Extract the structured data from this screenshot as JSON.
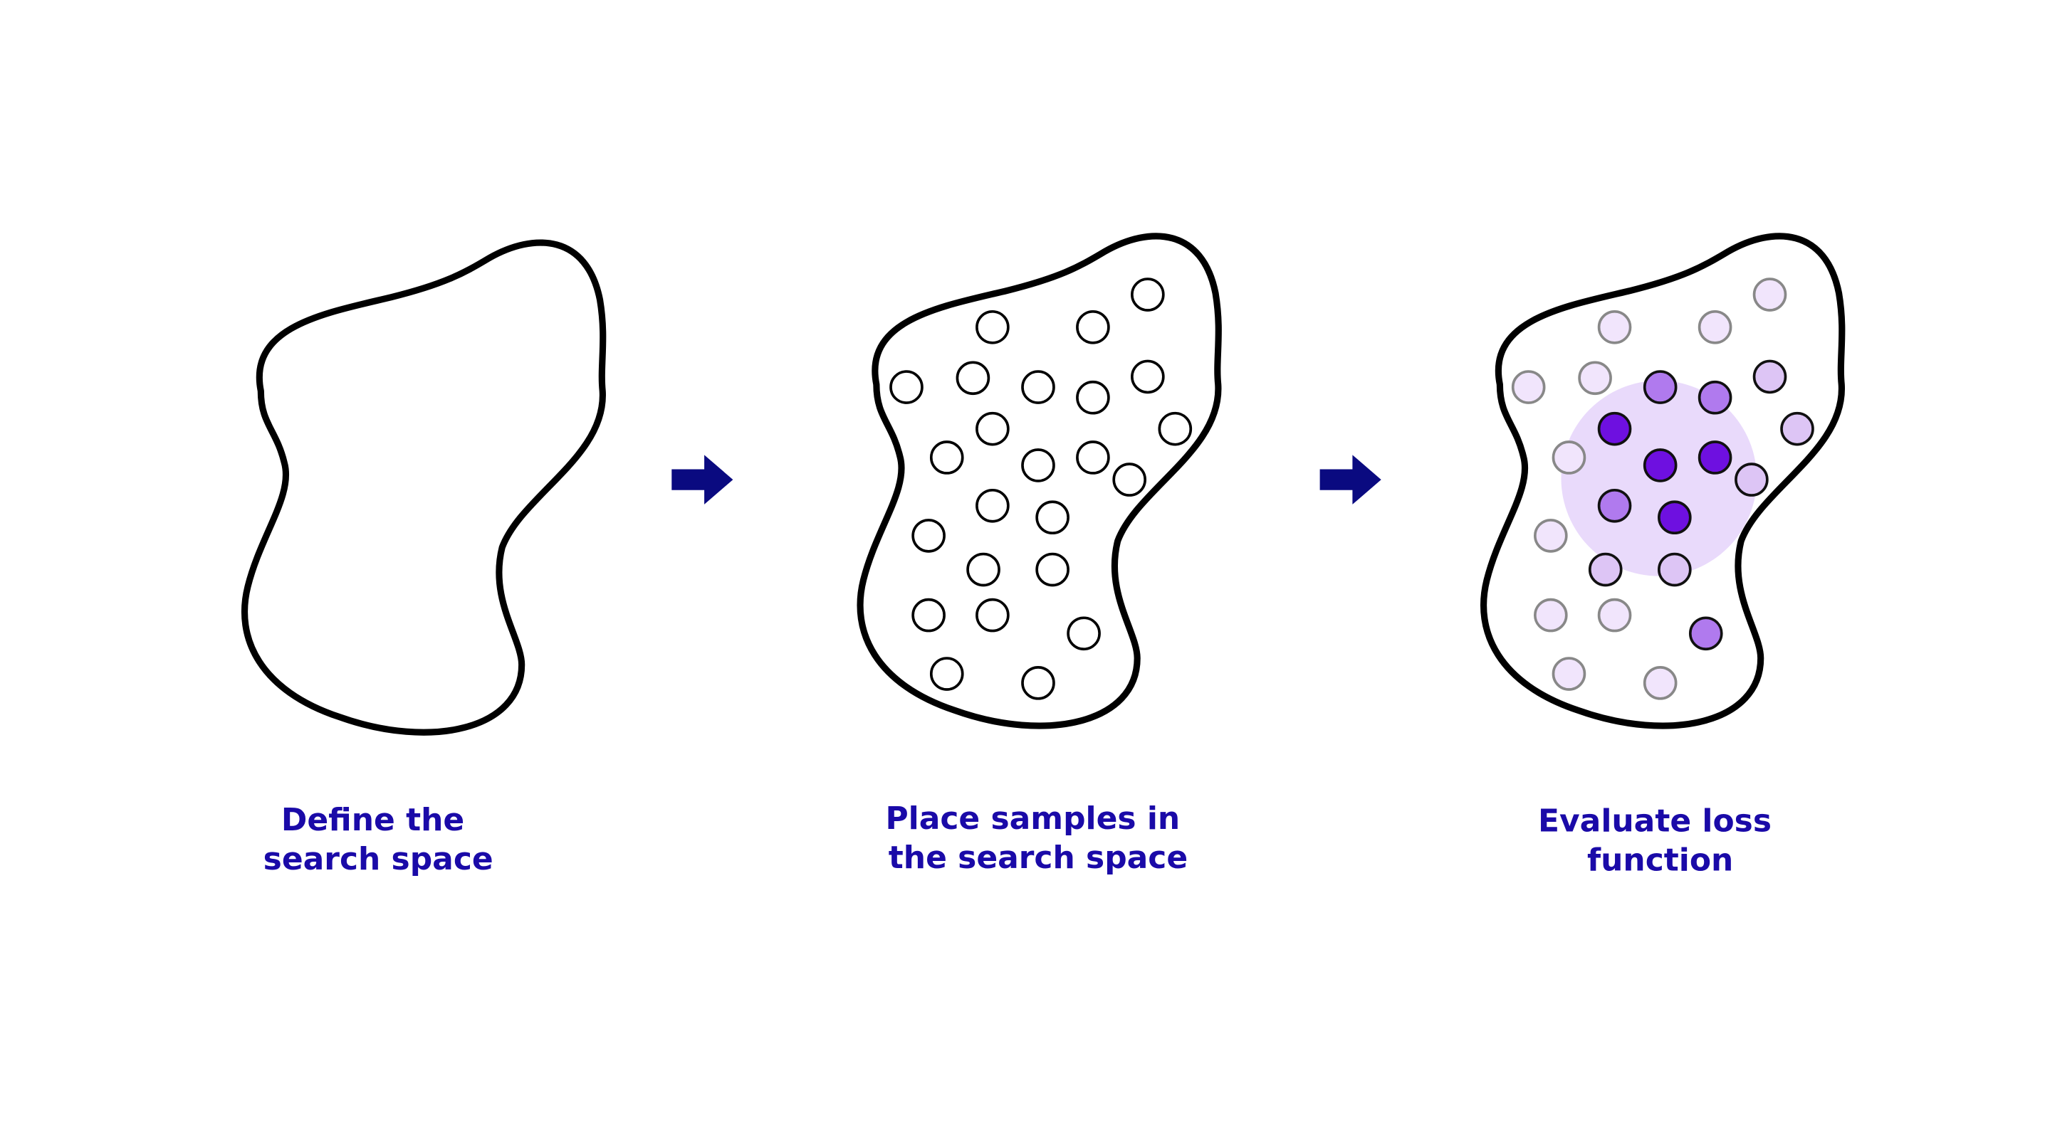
{
  "steps": [
    {
      "label_line1": "Define the",
      "label_line2": "search space"
    },
    {
      "label_line1": "Place samples in",
      "label_line2": "the search space"
    },
    {
      "label_line1": "Evaluate loss",
      "label_line2": "function"
    }
  ],
  "colors": {
    "label": "#1a0aa8",
    "arrow": "#0a0a80",
    "outline": "#000000",
    "region": "#e2cdfa",
    "levels": [
      "#f1e5fc",
      "#ddc5f5",
      "#b07aee",
      "#6e10e0"
    ]
  },
  "loss_levels": [
    0,
    0,
    0,
    0,
    0,
    1,
    1,
    2,
    2,
    3,
    0,
    3,
    1,
    3,
    1,
    3,
    2,
    0,
    1,
    2,
    0,
    0,
    0,
    0,
    0,
    0
  ]
}
